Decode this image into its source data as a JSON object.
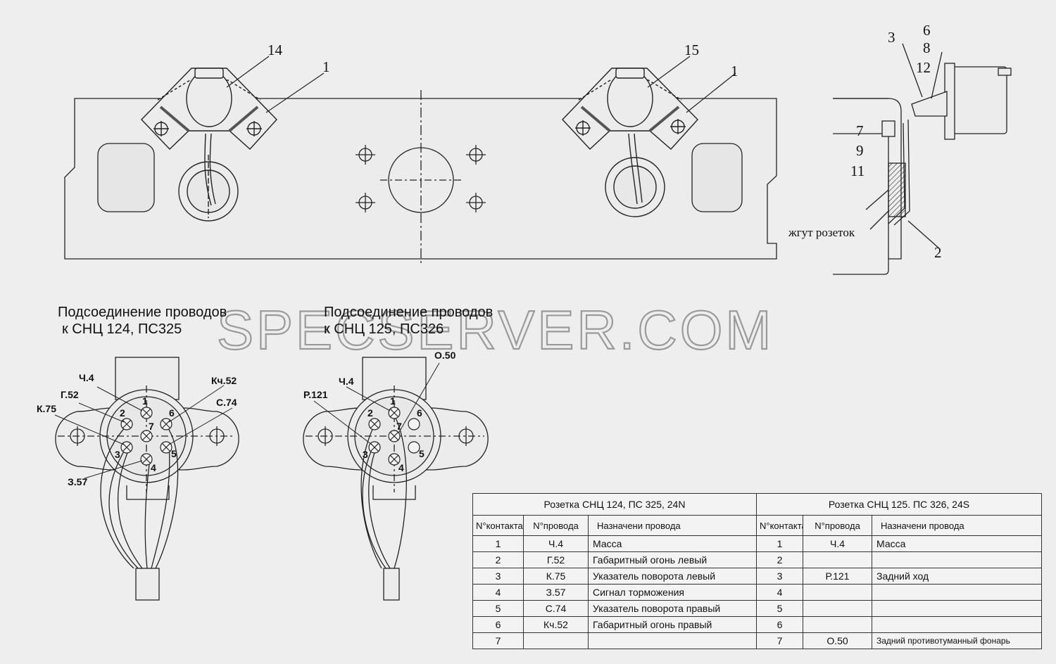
{
  "callouts": {
    "n14": "14",
    "n1a": "1",
    "n15": "15",
    "n1b": "1",
    "n3": "3",
    "n6": "6",
    "n8": "8",
    "n12": "12",
    "n7": "7",
    "n9": "9",
    "n11": "11",
    "n2": "2"
  },
  "harness_label": "жгут розеток",
  "left_diagram": {
    "title_line1": "Подсоединение проводов",
    "title_line2": "к СНЦ 124, ПС325",
    "pins": [
      "1",
      "2",
      "3",
      "4",
      "5",
      "6",
      "7"
    ],
    "wires": {
      "w1": "Ч.4",
      "w2": "Г.52",
      "w3": "К.75",
      "w4": "З.57",
      "w5": "С.74",
      "w6": "Кч.52"
    }
  },
  "right_diagram": {
    "title_line1": "Подсоединение проводов",
    "title_line2": "к СНЦ 125, ПС326",
    "pins": [
      "1",
      "2",
      "3",
      "4",
      "5",
      "6",
      "7"
    ],
    "wires": {
      "w1": "Ч.4",
      "w3": "Р.121",
      "w7": "О.50"
    }
  },
  "watermark": "SPECSERVER.COM",
  "table": {
    "left_title": "Розетка СНЦ 124, ПС 325, 24N",
    "right_title": "Розетка СНЦ 125. ПС 326, 24S",
    "col_contact": "N°контакта",
    "col_wire": "N°провода",
    "col_purpose": "Назначени провода",
    "rows": [
      {
        "c": "1",
        "w": "Ч.4",
        "p": "Масса",
        "c2": "1",
        "w2": "Ч.4",
        "p2": "Масса"
      },
      {
        "c": "2",
        "w": "Г.52",
        "p": "Габаритный огонь левый",
        "c2": "2",
        "w2": "",
        "p2": ""
      },
      {
        "c": "3",
        "w": "К.75",
        "p": "Указатель поворота левый",
        "c2": "3",
        "w2": "Р.121",
        "p2": "Задний ход"
      },
      {
        "c": "4",
        "w": "З.57",
        "p": "Сигнал торможения",
        "c2": "4",
        "w2": "",
        "p2": ""
      },
      {
        "c": "5",
        "w": "С.74",
        "p": "Указатель поворота правый",
        "c2": "5",
        "w2": "",
        "p2": ""
      },
      {
        "c": "6",
        "w": "Кч.52",
        "p": "Габаритный огонь правый",
        "c2": "6",
        "w2": "",
        "p2": ""
      },
      {
        "c": "7",
        "w": "",
        "p": "",
        "c2": "7",
        "w2": "О.50",
        "p2": "Задний противотуманный фонарь"
      }
    ]
  }
}
